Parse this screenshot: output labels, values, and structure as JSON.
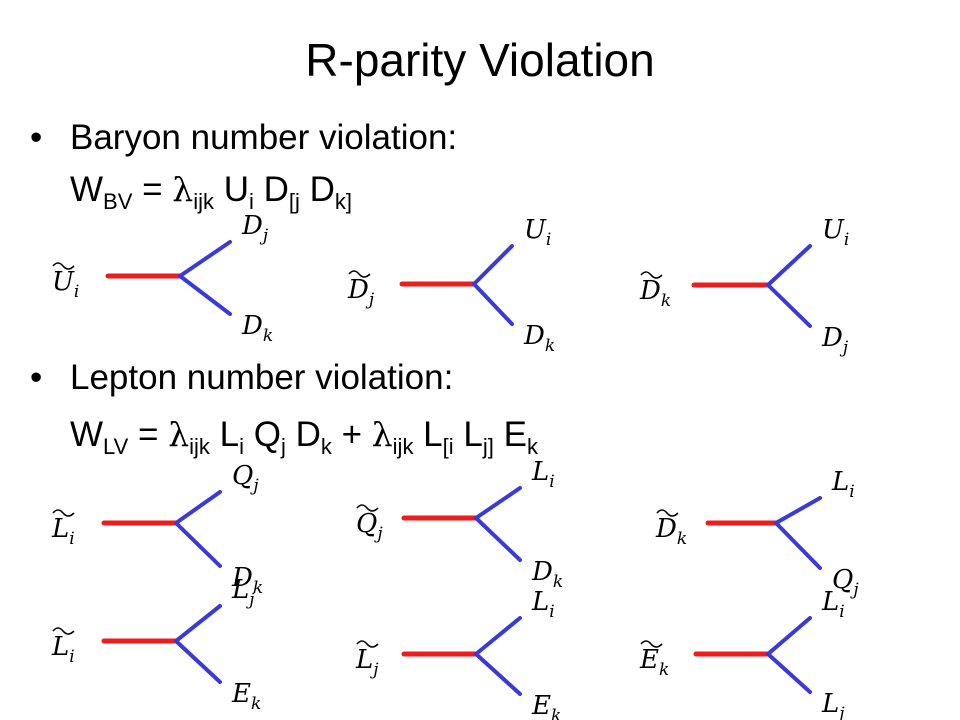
{
  "title": "R-parity Violation",
  "bullets": [
    {
      "marker": "•",
      "text": "Baryon number violation:"
    },
    {
      "marker": "•",
      "text": "Lepton number violation:"
    }
  ],
  "formula_bv": {
    "w": "W",
    "w_sub": "BV",
    "eq": " = ",
    "lambda": "λ",
    "lam_sub": "ijk",
    "u": " U",
    "u_sub": "i",
    "d1": " D",
    "d1_sub": "[j",
    "d2": " D",
    "d2_sub": "k]"
  },
  "formula_lv": {
    "w": "W",
    "w_sub": "LV",
    "eq": " = ",
    "lambda1": "λ",
    "lam1_sub": "ijk",
    "l1": " L",
    "l1_sub": "i",
    "q": " Q",
    "q_sub": "j",
    "d": " D",
    "d_sub": "k",
    "plus": " + ",
    "lambda2": "λ",
    "lam2_sub": "ijk",
    "l2": " L",
    "l2_sub": "[i",
    "l3": " L",
    "l3_sub": "j]",
    "e": " E",
    "e_sub": "k"
  },
  "colors": {
    "scalar_line": "#ee1c1c",
    "fermion_line": "#3a3ad6"
  },
  "diagrams": [
    {
      "incoming": "U",
      "incoming_sub": "i",
      "top": "D",
      "top_sub": "j",
      "bottom": "D",
      "bottom_sub": "k"
    },
    {
      "incoming": "D",
      "incoming_sub": "j",
      "top": "U",
      "top_sub": "i",
      "bottom": "D",
      "bottom_sub": "k"
    },
    {
      "incoming": "D",
      "incoming_sub": "k",
      "top": "U",
      "top_sub": "i",
      "bottom": "D",
      "bottom_sub": "j"
    },
    {
      "incoming": "L",
      "incoming_sub": "i",
      "top": "Q",
      "top_sub": "j",
      "bottom": "D",
      "bottom_sub": "k"
    },
    {
      "incoming": "Q",
      "incoming_sub": "j",
      "top": "L",
      "top_sub": "i",
      "bottom": "D",
      "bottom_sub": "k"
    },
    {
      "incoming": "D",
      "incoming_sub": "k",
      "top": "L",
      "top_sub": "i",
      "bottom": "Q",
      "bottom_sub": "j"
    },
    {
      "incoming": "L",
      "incoming_sub": "i",
      "top": "L",
      "top_sub": "j",
      "bottom": "E",
      "bottom_sub": "k"
    },
    {
      "incoming": "L",
      "incoming_sub": "j",
      "top": "L",
      "top_sub": "i",
      "bottom": "E",
      "bottom_sub": "k"
    },
    {
      "incoming": "E",
      "incoming_sub": "k",
      "top": "L",
      "top_sub": "i",
      "bottom": "L",
      "bottom_sub": "j"
    }
  ]
}
